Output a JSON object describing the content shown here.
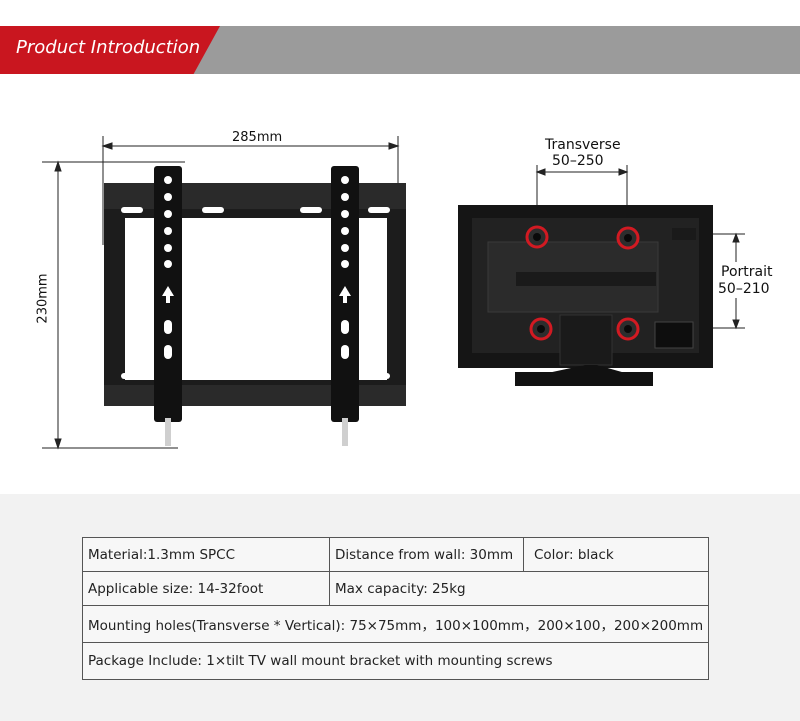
{
  "header": {
    "title": "Product Introduction"
  },
  "bracket_diagram": {
    "width_label": "285mm",
    "height_label": "230mm"
  },
  "tv_diagram": {
    "transverse_label": "Transverse",
    "transverse_range": "50–250",
    "portrait_label": "Portrait",
    "portrait_range": "50–210"
  },
  "specs": {
    "material": "Material:1.3mm SPCC",
    "distance": "Distance from wall: 30mm",
    "color": "Color: black",
    "size": "Applicable size: 14-32foot",
    "capacity": "Max capacity: 25kg",
    "holes": "Mounting holes(Transverse * Vertical): 75×75mm，100×100mm，200×100，200×200mm",
    "package": "Package Include: 1×tilt TV wall mount bracket with mounting screws"
  },
  "colors": {
    "accent": "#c9161f",
    "header_bar": "#9b9b9b",
    "hole_ring": "#d21a22"
  }
}
